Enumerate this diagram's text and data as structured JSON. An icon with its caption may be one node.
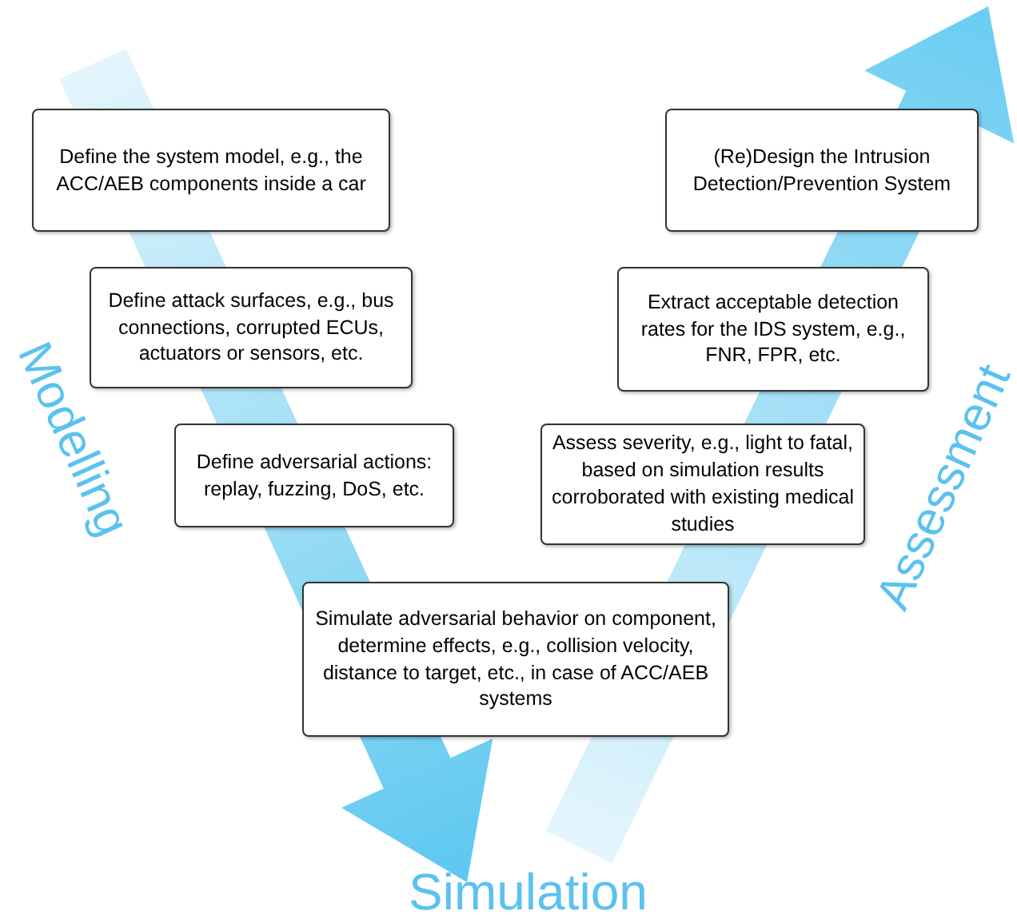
{
  "diagram": {
    "nodes": [
      {
        "text": [
          "Define the system model, e.g., the ACC/AEB components inside a car"
        ]
      },
      {
        "text": [
          "Define attack surfaces, e.g., bus connections, corrupted ECUs, actuators or sensors, etc."
        ]
      },
      {
        "text": [
          "Define adversarial actions: replay, fuzzing, DoS, etc."
        ]
      },
      {
        "text": [
          "(Re)Design the Intrusion Detection/Prevention System"
        ]
      },
      {
        "text": [
          "Extract acceptable detection rates  for the IDS system, e.g., FNR, FPR, etc."
        ]
      },
      {
        "text": [
          "Assess severity, e.g., light to fatal, based on simulation results corroborated with existing medical studies"
        ]
      },
      {
        "text": [
          "Simulate adversarial behavior on component, determine effects, e.g., collision velocity, distance to target, etc., in case of ACC/AEB systems"
        ]
      }
    ],
    "labels": [
      "Modelling",
      "Assessment",
      "Simulation"
    ]
  }
}
